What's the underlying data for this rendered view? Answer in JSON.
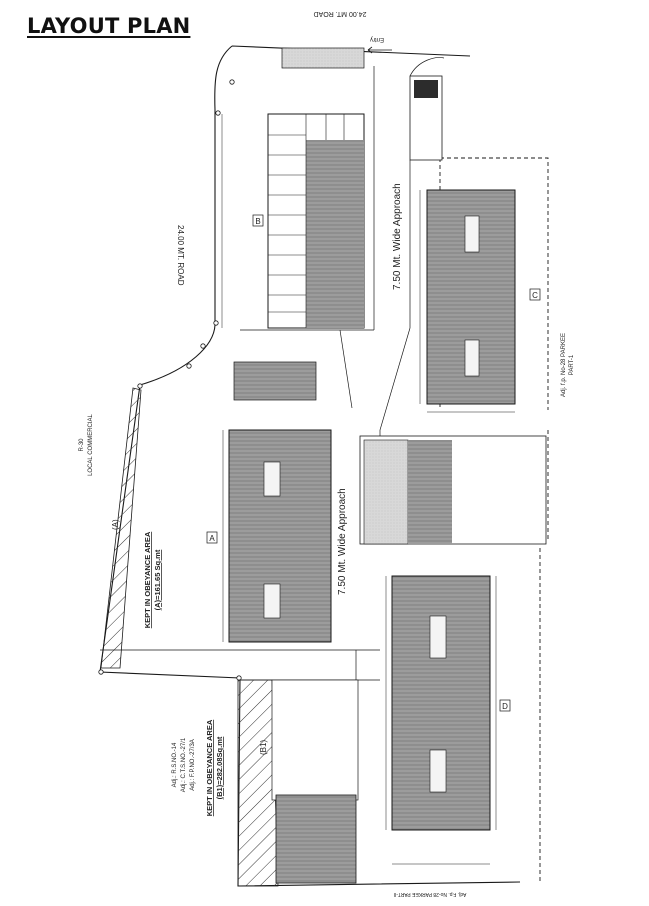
{
  "title": "LAYOUT PLAN",
  "road_top": "24.00 MT. ROAD",
  "road_side": "24.00 MT. ROAD",
  "entry": "Entry",
  "approach_upper": "7.50 Mt. Wide Approach",
  "approach_lower": "7.50 Mt. Wide Approach",
  "blocks": {
    "a": "A",
    "b": "B",
    "c": "C",
    "d": "D",
    "a_hatch": "(A)",
    "b1_hatch": "(B1)"
  },
  "obeyance_a": {
    "line1": "KEPT IN OBEYANCE AREA",
    "line2": "(A)=161.65 Sq.mt"
  },
  "obeyance_b1": {
    "line1": "KEPT IN OBEYANCE AREA",
    "line2": "(B1)=282.08Sq.mt"
  },
  "r30": {
    "line1": "R-30",
    "line2": "LOCAL COMMERCIAL"
  },
  "adj_left": {
    "line1": "Adj.: R.S.NO.-14",
    "line2": "Adj.: C.T.S.NO.-27/1",
    "line3": "Adj.: F.P.NO.-27/3A"
  },
  "adj_right": {
    "line1": "Adj. f.p. No-28 PARKEE",
    "line2": "PART-1"
  },
  "adj_bottom": "Adj. F.p. No-28 PARKEE PART-II",
  "colors": {
    "ink": "#1a1a1a",
    "building_fill": "#8d8d8d",
    "hatch": "#333333"
  }
}
